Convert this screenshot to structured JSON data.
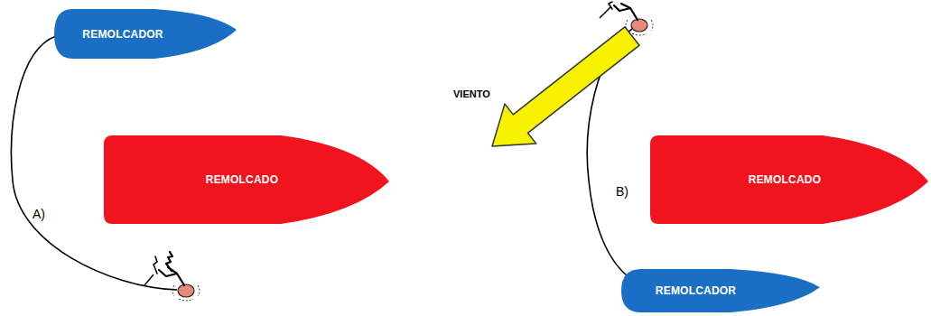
{
  "diagram": {
    "nodes": [
      {
        "text": [
          "REMOLCADOR"
        ]
      },
      {
        "text": [
          "REMOLCADO"
        ]
      },
      {
        "text": [
          "REMOLCADO"
        ]
      },
      {
        "text": [
          "REMOLCADOR"
        ]
      }
    ],
    "labels": [
      "A)",
      "VIENTO",
      "B)"
    ]
  }
}
